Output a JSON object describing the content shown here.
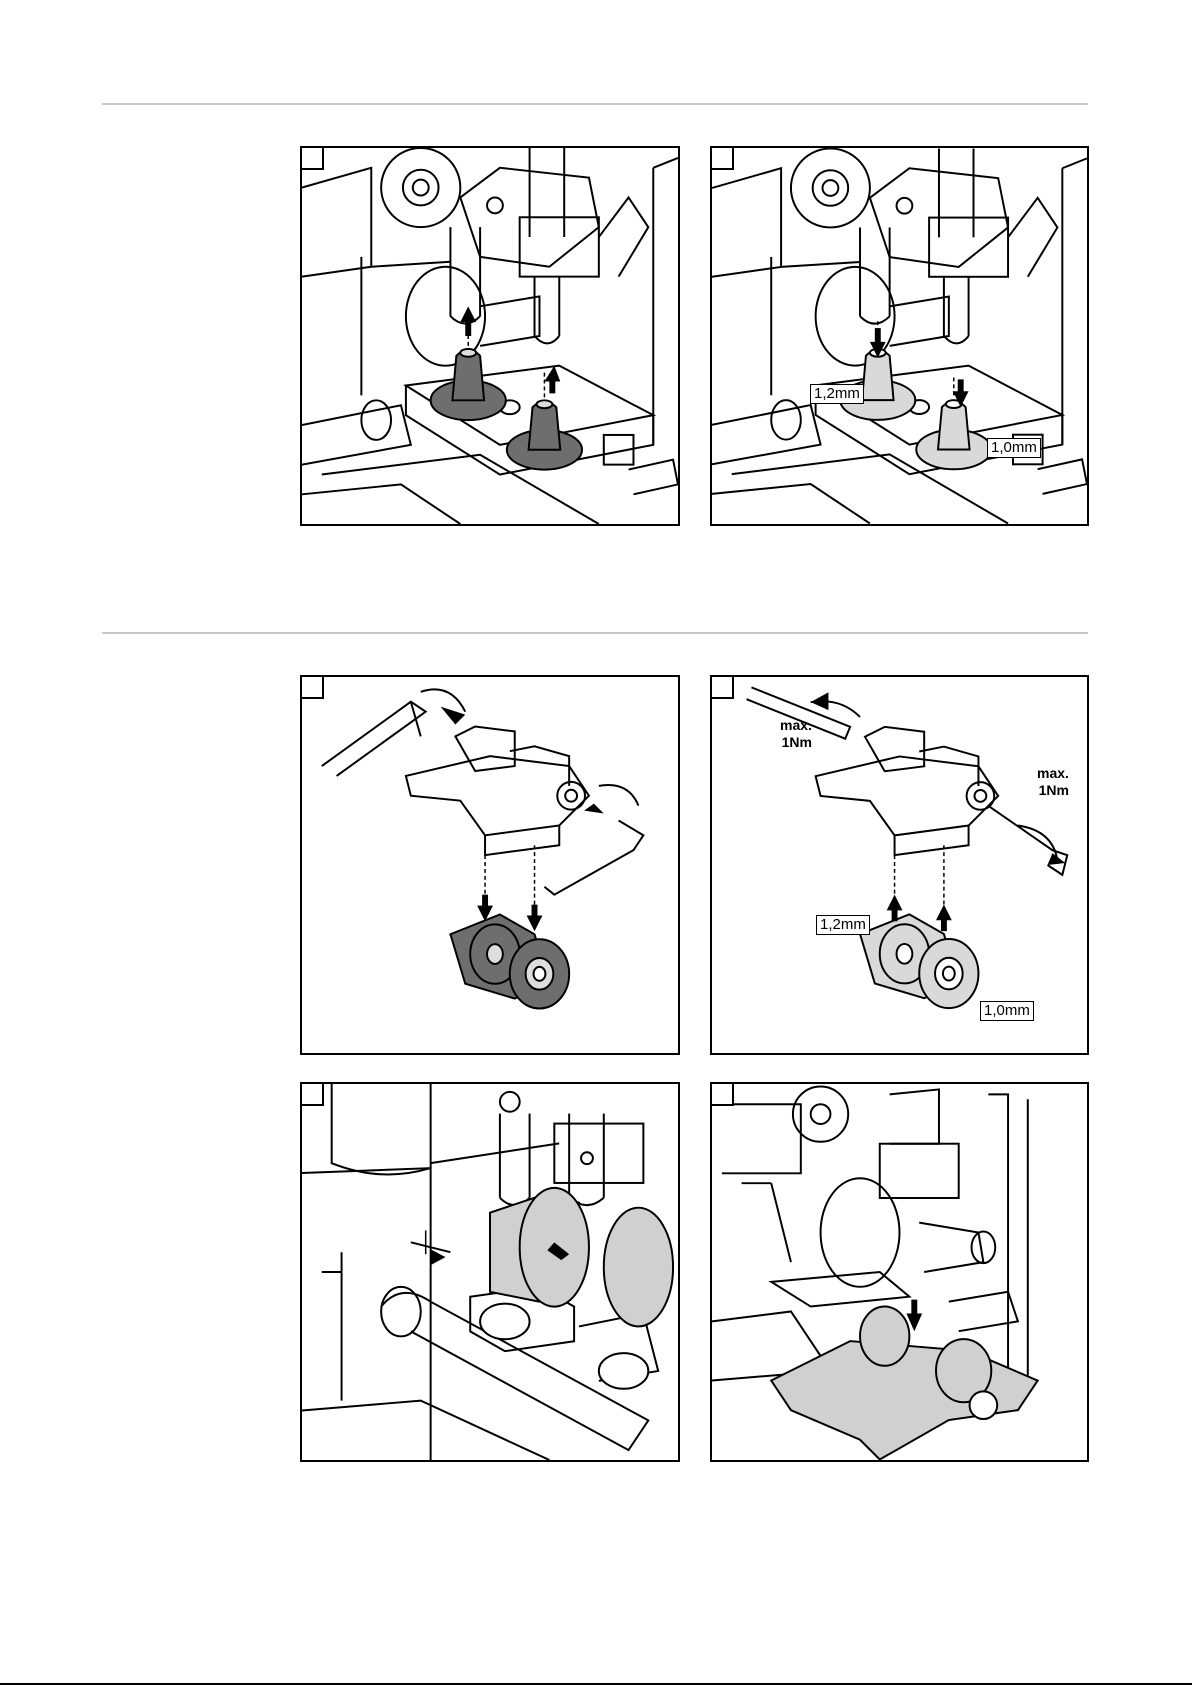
{
  "labels": {
    "p2_top": "1,2mm",
    "p2_bottom": "1,0mm",
    "p4_top": "1,2mm",
    "p4_bottom": "1,0mm"
  },
  "torque": {
    "line1": "max.",
    "line2": "1Nm"
  },
  "colors": {
    "line": "#000000",
    "rule": "#c8c8c8",
    "part_dark": "#6e6e6e",
    "part_light": "#d9d9d9",
    "frame_fill": "#ffffff"
  }
}
